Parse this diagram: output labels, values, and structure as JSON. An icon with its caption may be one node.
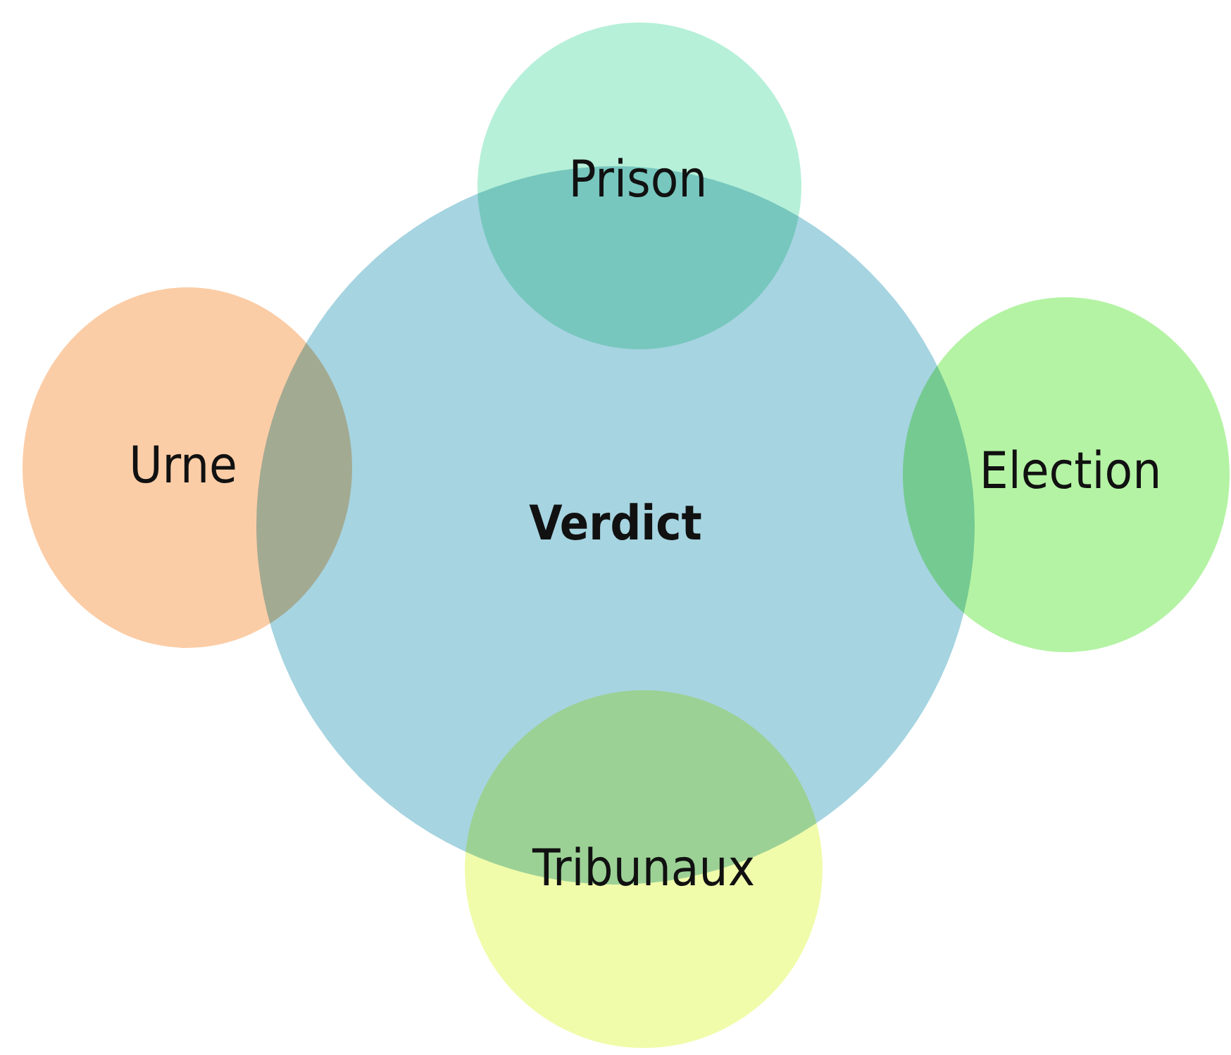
{
  "diagram": {
    "nodes": [
      {
        "text": [
          "Prison"
        ]
      },
      {
        "text": [
          "Urne"
        ]
      },
      {
        "text": [
          "Verdict"
        ]
      },
      {
        "text": [
          "Election"
        ]
      },
      {
        "text": [
          "Tribunaux"
        ]
      }
    ]
  }
}
